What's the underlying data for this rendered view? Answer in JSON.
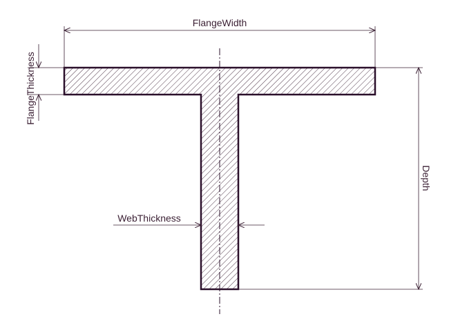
{
  "labels": {
    "flange_width": "FlangeWidth",
    "flange_thickness": "FlangeThickness",
    "web_thickness": "WebThickness",
    "depth": "Depth"
  },
  "colors": {
    "section_outline": "#2a0f2a",
    "hatch": "#3a1f33",
    "dimension_line": "#3a1f33",
    "background": "#ffffff"
  }
}
